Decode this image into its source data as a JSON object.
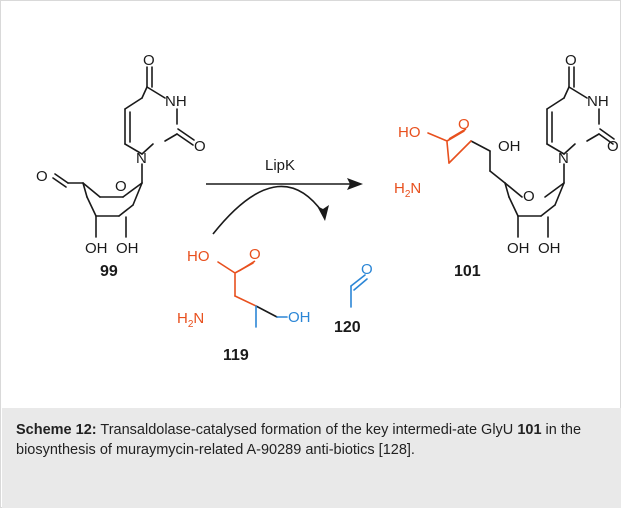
{
  "scheme": {
    "enzyme": "LipK",
    "compounds": [
      {
        "id": "99",
        "label": "99"
      },
      {
        "id": "119",
        "label": "119"
      },
      {
        "id": "120",
        "label": "120"
      },
      {
        "id": "101",
        "label": "101"
      }
    ],
    "atom_labels": {
      "O": "O",
      "NH": "NH",
      "N": "N",
      "OH": "OH",
      "HO": "HO",
      "H2N_H": "H",
      "H2N_2": "2",
      "H2N_N": "N"
    },
    "colors": {
      "black": "#1a1a1a",
      "orange": "#e8501e",
      "blue": "#2b86d6"
    }
  },
  "caption": {
    "prefix": "Scheme 12:",
    "text1": " Transaldolase-catalysed formation of the key intermedi-ate GlyU ",
    "bold_ref": "101",
    "text2": " in the biosynthesis of muraymycin-related A-90289 anti-biotics [128]."
  }
}
